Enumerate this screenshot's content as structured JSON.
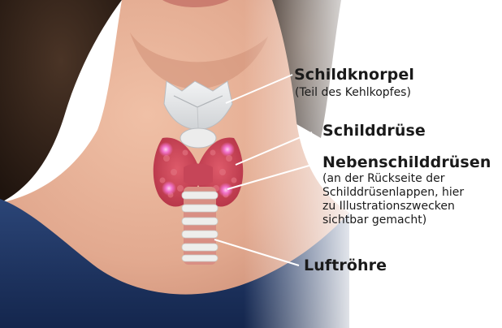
{
  "image": {
    "kind": "anatomical illustration of the human neck",
    "colors": {
      "background": "#ffffff",
      "skin": "#e4ab92",
      "shirt": "#1d3566",
      "thyroid": "#cc4a5a",
      "parathyroid": "#f070c8",
      "cartilage": "#e6e8ea",
      "trachea_ring": "#eeeeec",
      "trachea_gap": "#d98f84",
      "leader_line": "#ffffff"
    }
  },
  "labels": {
    "schildknorpel": {
      "title": "Schildknorpel",
      "subtitle": "(Teil des Kehlkopfes)"
    },
    "schilddruese": {
      "title": "Schilddrüse"
    },
    "nebenschilddruesen": {
      "title": "Nebenschilddrüsen",
      "note_lines": [
        "(an der Rückseite der",
        "Schilddrüsenlappen, hier",
        "zu Illustrationszwecken",
        "sichtbar gemacht)"
      ]
    },
    "luftroehre": {
      "title": "Luftröhre"
    }
  }
}
